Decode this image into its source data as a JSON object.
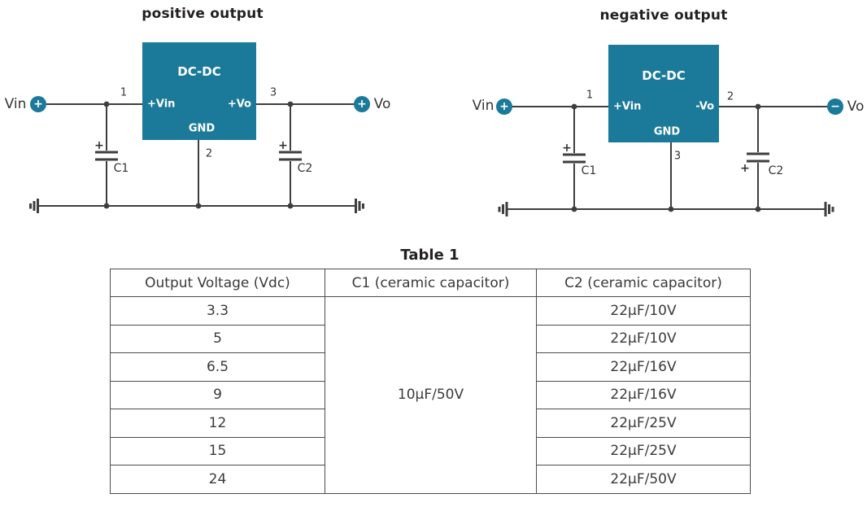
{
  "colors": {
    "block_teal": "#1b7a99",
    "wire": "#3d3e3e",
    "label_text": "#333435",
    "title_text": "#242021",
    "table_border": "#4c4c4c",
    "block_text": "#ffffff"
  },
  "circuits": {
    "positive": {
      "title": "positive output",
      "block_label": "DC-DC",
      "pin_in_label": "+Vin",
      "pin_out_label": "+Vo",
      "pin_gnd_label": "GND",
      "pin_in_number": "1",
      "pin_out_number": "3",
      "pin_gnd_number": "2",
      "input_label": "Vin",
      "input_polarity": "+",
      "output_label": "Vo",
      "output_polarity": "+",
      "cap1_label": "C1",
      "cap1_polarity": "+",
      "cap2_label": "C2",
      "cap2_polarity": "+"
    },
    "negative": {
      "title": "negative output",
      "block_label": "DC-DC",
      "pin_in_label": "+Vin",
      "pin_out_label": "-Vo",
      "pin_gnd_label": "GND",
      "pin_in_number": "1",
      "pin_out_number": "2",
      "pin_gnd_number": "3",
      "input_label": "Vin",
      "input_polarity": "+",
      "output_label": "Vo",
      "output_polarity": "−",
      "cap1_label": "C1",
      "cap1_polarity": "+",
      "cap2_label": "C2",
      "cap2_polarity": "+"
    }
  },
  "table": {
    "title": "Table 1",
    "headers": [
      "Output Voltage (Vdc)",
      "C1 (ceramic capacitor)",
      "C2 (ceramic capacitor)"
    ],
    "c1_merged_value": "10µF/50V",
    "rows": [
      {
        "voltage": "3.3",
        "c2": "22µF/10V"
      },
      {
        "voltage": "5",
        "c2": "22µF/10V"
      },
      {
        "voltage": "6.5",
        "c2": "22µF/16V"
      },
      {
        "voltage": "9",
        "c2": "22µF/16V"
      },
      {
        "voltage": "12",
        "c2": "22µF/25V"
      },
      {
        "voltage": "15",
        "c2": "22µF/25V"
      },
      {
        "voltage": "24",
        "c2": "22µF/50V"
      }
    ]
  }
}
